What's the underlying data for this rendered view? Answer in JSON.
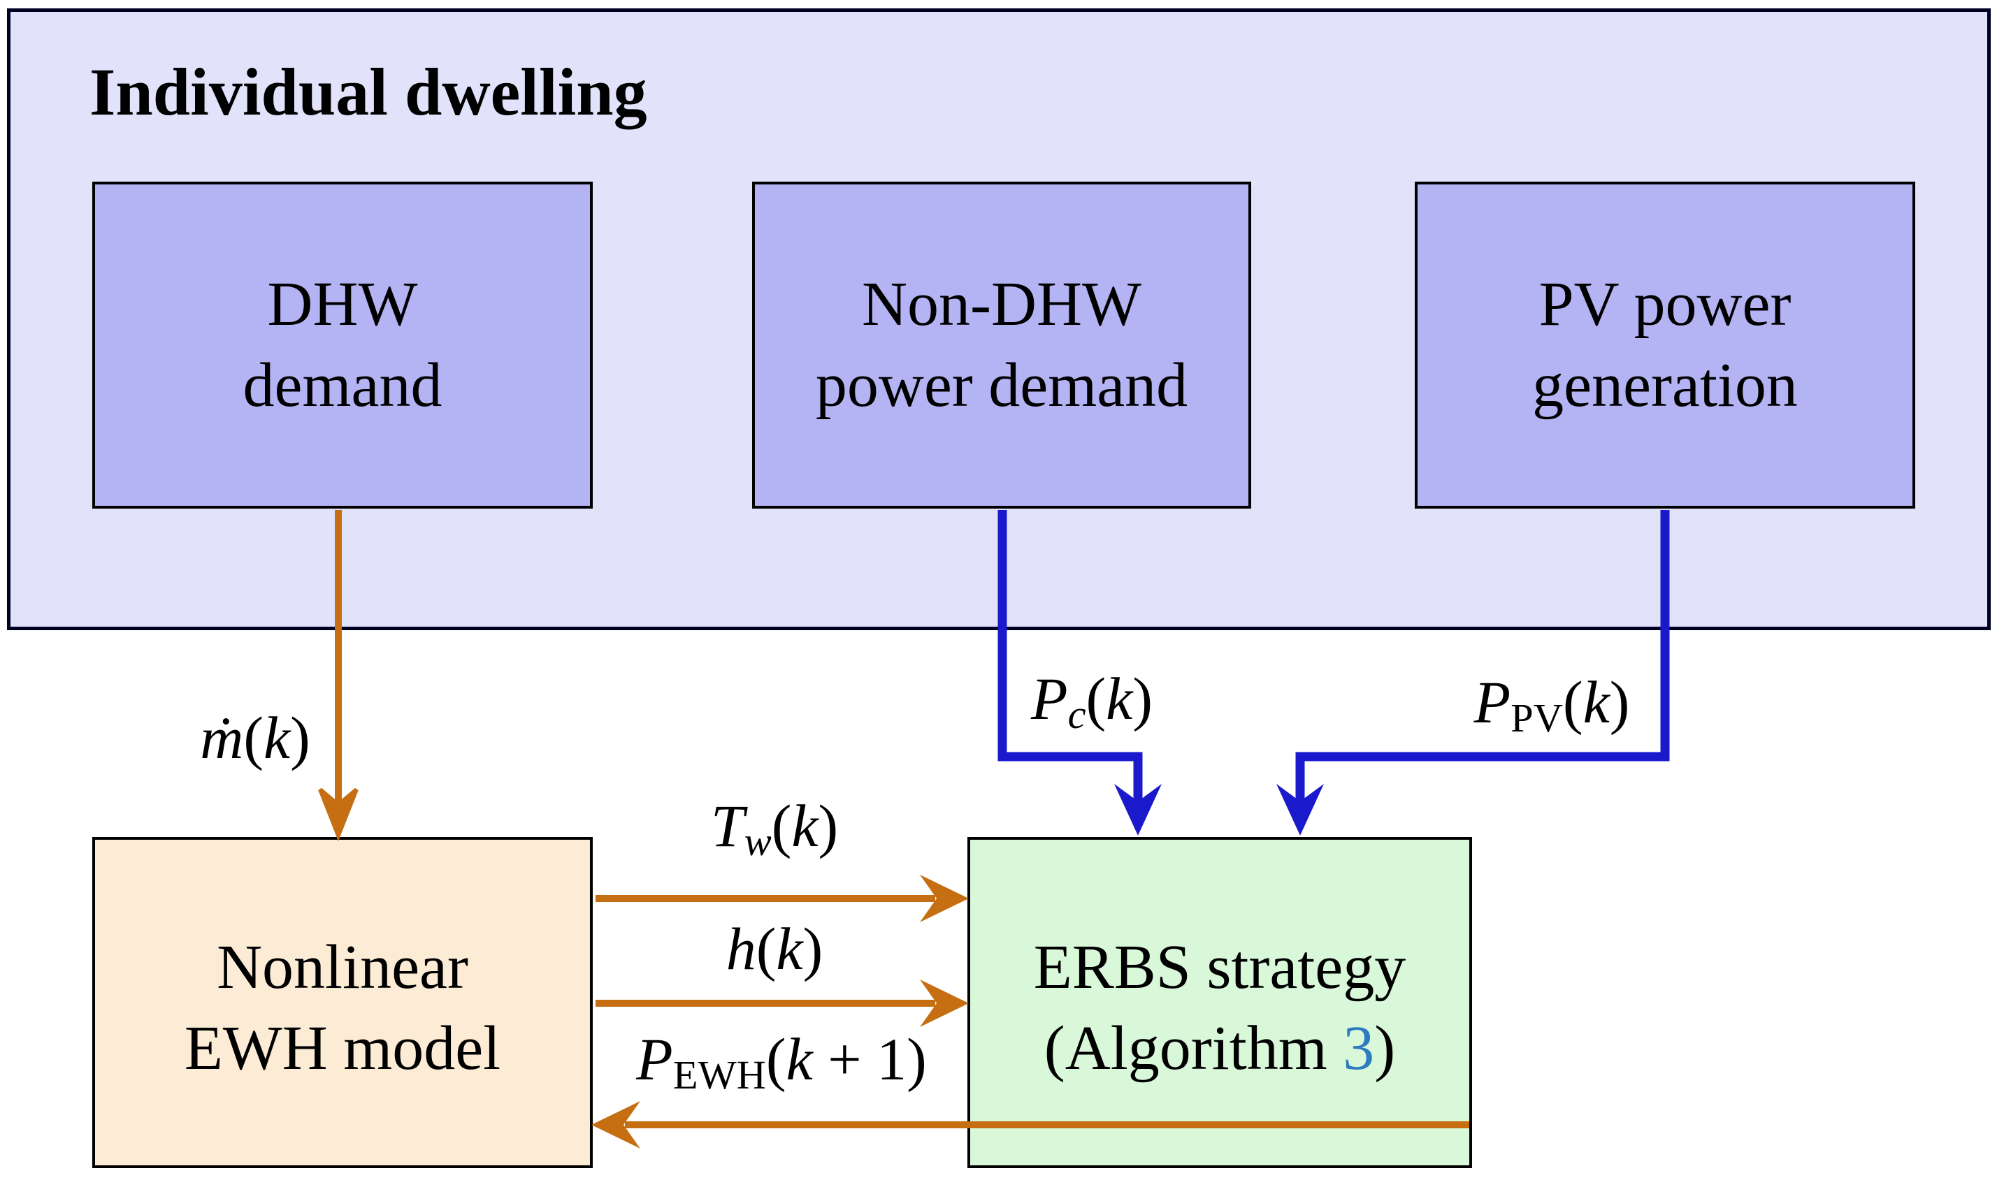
{
  "figure": {
    "title": "Individual dwelling"
  },
  "boxes": {
    "dhw": {
      "line1": "DHW",
      "line2": "demand"
    },
    "nondhw": {
      "line1": "Non-DHW",
      "line2": "power demand"
    },
    "pv": {
      "line1": "PV power",
      "line2": "generation"
    },
    "ewh": {
      "line1": "Nonlinear",
      "line2": "EWH model"
    },
    "erbs": {
      "line1": "ERBS strategy",
      "algo_pre": "(Algorithm ",
      "algo_ref": "3",
      "algo_close": ")"
    }
  },
  "signals": {
    "mdot": {
      "base": "ṁ",
      "open": "(",
      "arg": "k",
      "close": ")"
    },
    "pc": {
      "base": "P",
      "sub": "c",
      "open": "(",
      "arg": "k",
      "close": ")"
    },
    "ppv": {
      "base": "P",
      "sub": "PV",
      "open": "(",
      "arg": "k",
      "close": ")"
    },
    "tw": {
      "base": "T",
      "sub": "w",
      "open": "(",
      "arg": "k",
      "close": ")"
    },
    "h": {
      "base": "h",
      "open": "(",
      "arg": "k",
      "close": ")"
    },
    "pewh": {
      "base": "P",
      "sub": "EWH",
      "open": "(",
      "arg": "k",
      "tail": " + 1",
      "close": ")"
    }
  },
  "colors": {
    "orange_signal": "#c56f12",
    "blue_signal": "#1a1acc",
    "container_fill": "#e2e2fb",
    "container_border": "#000022",
    "input_box_fill": "#b4b4f4",
    "ewh_box_fill": "#fcecd5",
    "erbs_box_fill": "#d9f7d9",
    "algorithm_ref_blue": "#2e7bbf",
    "box_border": "#000000"
  }
}
